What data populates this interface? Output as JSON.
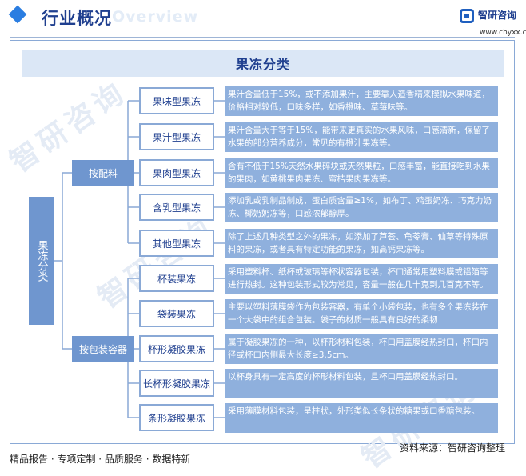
{
  "header": {
    "title": "行业概况",
    "watermark": "Overview"
  },
  "logo": {
    "name": "智研咨询",
    "url": "www.chyxx.com"
  },
  "main_title": "果冻分类",
  "root_label": "果冻分类",
  "watermarks": [
    "智研咨询",
    "智研咨询",
    "智研咨询"
  ],
  "categories": [
    {
      "label": "按配料"
    },
    {
      "label": "按包装容器"
    }
  ],
  "items": [
    {
      "label": "果味型果冻",
      "desc": "果汁含量低于15%，或不添加果汁，主要靠人造香精来模拟水果味道，价格相对较低，口味多样，如香橙味、草莓味等。"
    },
    {
      "label": "果汁型果冻",
      "desc": "果汁含量大于等于15%，能带来更真实的水果风味，口感清新，保留了水果的部分营养成分，常见的有橙汁果冻等。"
    },
    {
      "label": "果肉型果冻",
      "desc": "含有不低于15%天然水果碎块或天然果粒，口感丰富，能直接吃到水果的果肉，如黄桃果肉果冻、蜜桔果肉果冻等。"
    },
    {
      "label": "含乳型果冻",
      "desc": "添加乳或乳制品制成，蛋白质含量≥1%，如布丁、鸡蛋奶冻、巧克力奶冻、椰奶奶冻等，口感浓郁醇厚。"
    },
    {
      "label": "其他型果冻",
      "desc": "除了上述几种类型之外的果冻，如添加了芦荟、龟苓膏、仙草等特殊原料的果冻，或者具有特定功能的果冻，如高钙果冻等。"
    },
    {
      "label": "杯装果冻",
      "desc": "采用塑料杯、纸杯或玻璃等杯状容器包装，杯口通常用塑料膜或铝箔等进行热封。这种包装形式较为常见，容量一般在几十克到几百克不等。"
    },
    {
      "label": "袋装果冻",
      "desc": "主要以塑料薄膜袋作为包装容器，有单个小袋包装，也有多个果冻装在一个大袋中的组合包装。袋子的材质一般具有良好的柔韧"
    },
    {
      "label": "杯形凝胶果冻",
      "desc": "属于凝胶果冻的一种，以杯形材料包装，杯口用盖膜经热封口，杯口内径或杯口内侧最大长度≥3.5cm。"
    },
    {
      "label": "长杯形凝胶果冻",
      "desc": "以杯身具有一定高度的杯形材料包装，且杯口用盖膜经热封口。"
    },
    {
      "label": "条形凝胶果冻",
      "desc": "采用薄膜材料包装，呈柱状，外形类似长条状的糖果或口香糖包装。"
    }
  ],
  "footer": {
    "left": "精品报告 · 专项定制 · 品质服务 · 数据特新",
    "right": "资料来源：智研咨询整理"
  },
  "colors": {
    "accent": "#6f96cf",
    "desc_bg": "#8fb0dd",
    "title_bg": "#dbe7f6",
    "text_dark": "#1f3f8f"
  }
}
